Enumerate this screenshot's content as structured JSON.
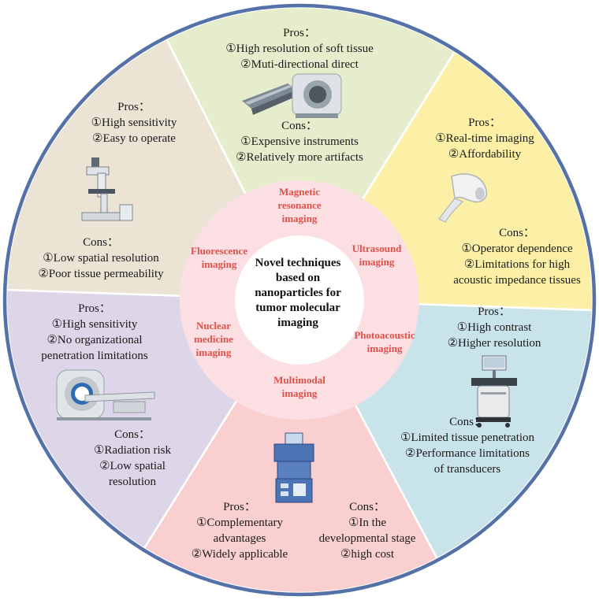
{
  "colors": {
    "outer_ring": "#5572a8",
    "mri": "#e6edcc",
    "ultrasound": "#fbf0a6",
    "photoacoustic": "#c9e3ea",
    "multimodal": "#f9cfd0",
    "nuclear": "#ddd5e8",
    "fluorescence": "#ebe4d4",
    "inner_ring": "#fbdfe2",
    "label_red": "#e0504a"
  },
  "center": {
    "lines": [
      "Novel techniques",
      "based on",
      "nanoparticles for",
      "tumor molecular",
      "imaging"
    ]
  },
  "labels": {
    "mri": [
      "Magnetic",
      "resonance",
      "imaging"
    ],
    "ultrasound": [
      "Ultrasound",
      "imaging"
    ],
    "photoacoustic": [
      "Photoacoustic",
      "imaging"
    ],
    "multimodal": [
      "Multimodal",
      "imaging"
    ],
    "nuclear": [
      "Nuclear",
      "medicine",
      "imaging"
    ],
    "fluorescence": [
      "Fluorescence",
      "imaging"
    ]
  },
  "sectors": {
    "mri": {
      "pros_title": "Pros：",
      "pros": [
        "①High resolution of soft tissue",
        "②Muti-directional direct"
      ],
      "cons_title": "Cons：",
      "cons": [
        "①Expensive instruments",
        "②Relatively more artifacts"
      ]
    },
    "ultrasound": {
      "pros_title": "Pros：",
      "pros": [
        "①Real-time imaging",
        "②Affordability"
      ],
      "cons_title": "Cons：",
      "cons": [
        "①Operator dependence",
        "②Limitations for high",
        "acoustic impedance tissues"
      ]
    },
    "photoacoustic": {
      "pros_title": "Pros：",
      "pros": [
        "①High contrast",
        "②Higher resolution"
      ],
      "cons_title": "Cons：",
      "cons": [
        "①Limited tissue penetration",
        "②Performance limitations",
        "of transducers"
      ]
    },
    "multimodal": {
      "pros_title": "Pros：",
      "pros": [
        "①Complementary",
        "advantages",
        "②Widely applicable"
      ],
      "cons_title": "Cons：",
      "cons": [
        "①In the",
        "developmental stage",
        "②high cost"
      ]
    },
    "nuclear": {
      "pros_title": "Pros：",
      "pros": [
        "①High sensitivity",
        "②No organizational",
        "penetration limitations"
      ],
      "cons_title": "Cons：",
      "cons": [
        "①Radiation risk",
        "②Low spatial",
        "resolution"
      ]
    },
    "fluorescence": {
      "pros_title": "Pros：",
      "pros": [
        "①High sensitivity",
        "②Easy to operate"
      ],
      "cons_title": "Cons：",
      "cons": [
        "①Low spatial resolution",
        "②Poor tissue permeability"
      ]
    }
  },
  "icons": [
    "mri-scanner-icon",
    "ultrasound-probe-icon",
    "photoacoustic-system-icon",
    "multimodal-instrument-icon",
    "ct-scanner-icon",
    "microscope-icon"
  ]
}
